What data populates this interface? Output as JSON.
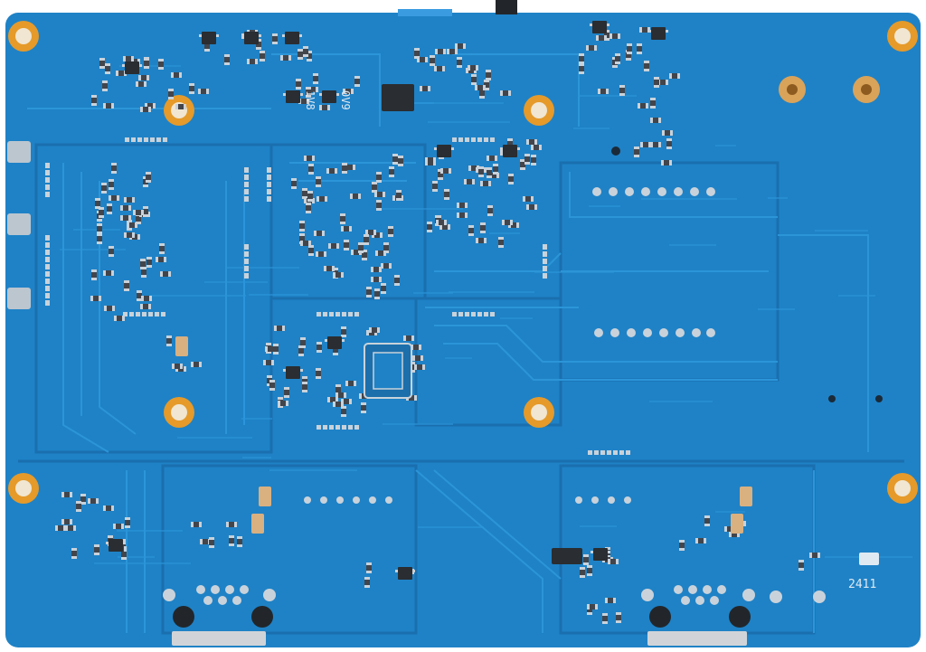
{
  "board": {
    "colors": {
      "pcb": "#1f82c6",
      "pcb_dark": "#166aa8",
      "trace": "#2a93d6",
      "edge": "#1a72b2",
      "pad": "#c9d2da",
      "pad_gold": "#e59a2a",
      "component": "#2a2d31",
      "background": "#ffffff"
    },
    "silkscreen": {
      "label_1v8": "1V8",
      "label_0v9": "0V9",
      "label_date": "2411"
    }
  }
}
